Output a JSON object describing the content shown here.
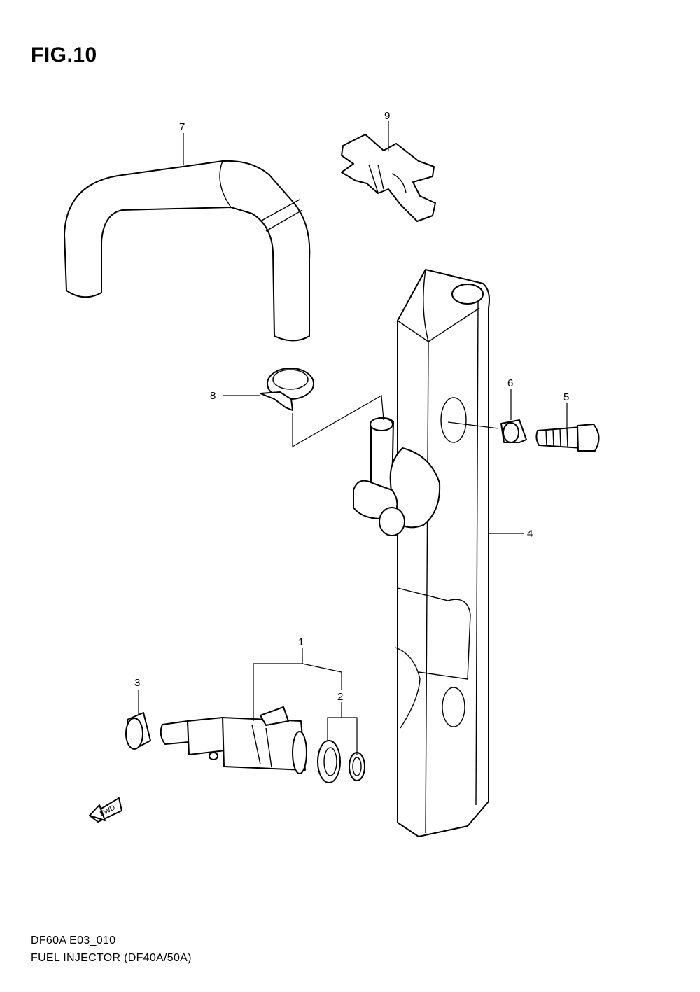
{
  "figure": {
    "title": "FIG.10",
    "code": "DF60A E03_010",
    "caption": "FUEL INJECTOR (DF40A/50A)"
  },
  "direction_marker": {
    "label": "FWD",
    "icon": "fwd-arrow-icon"
  },
  "callouts": [
    "1",
    "2",
    "3",
    "4",
    "5",
    "6",
    "7",
    "8",
    "9"
  ]
}
